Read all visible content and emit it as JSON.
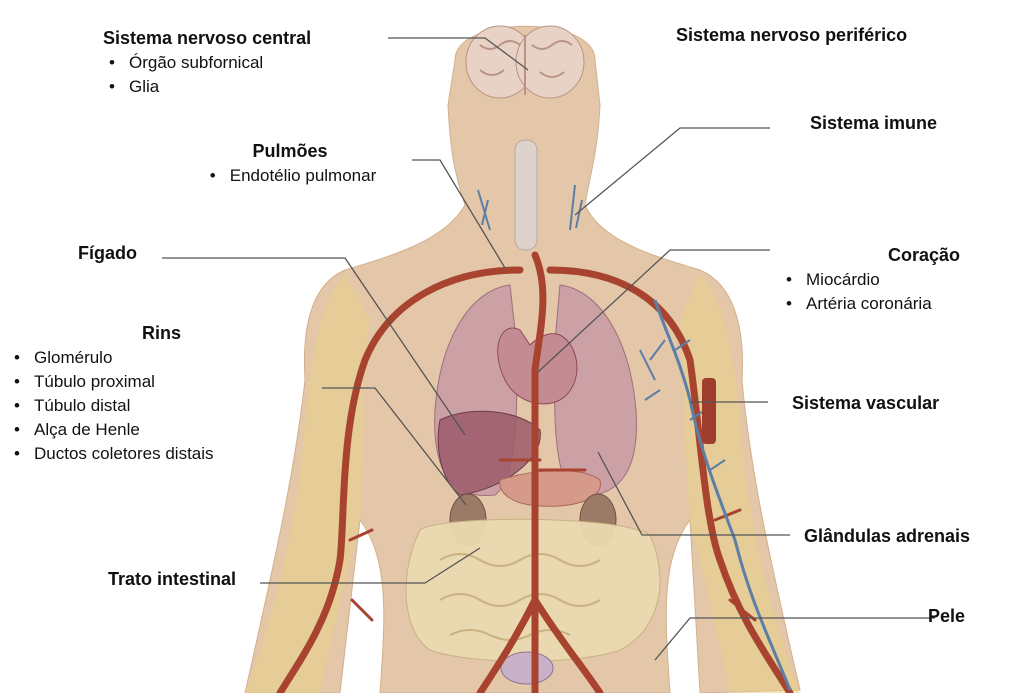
{
  "labels": {
    "snc": {
      "title": "Sistema nervoso central",
      "items": [
        "Órgão subfornical",
        "Glia"
      ]
    },
    "snp": {
      "title": "Sistema nervoso periférico"
    },
    "pulmoes": {
      "title": "Pulmões",
      "items": [
        "Endotélio pulmonar"
      ]
    },
    "imune": {
      "title": "Sistema imune"
    },
    "figado": {
      "title": "Fígado"
    },
    "coracao": {
      "title": "Coração",
      "items": [
        "Miocárdio",
        "Artéria coronária"
      ]
    },
    "rins": {
      "title": "Rins",
      "items": [
        "Glomérulo",
        "Túbulo proximal",
        "Túbulo distal",
        "Alça de Henle",
        "Ductos coletores distais"
      ]
    },
    "vascular": {
      "title": "Sistema vascular"
    },
    "adrenais": {
      "title": "Glândulas adrenais"
    },
    "intestinal": {
      "title": "Trato intestinal"
    },
    "pele": {
      "title": "Pele"
    }
  },
  "colors": {
    "skin": "#e3c7a8",
    "skin_shade": "#d4b08c",
    "artery": "#a8432f",
    "vein": "#5b7fa6",
    "lung": "#c79aa6",
    "liver": "#9c5a6a",
    "intestine": "#ead9b0",
    "leader": "#555555"
  }
}
